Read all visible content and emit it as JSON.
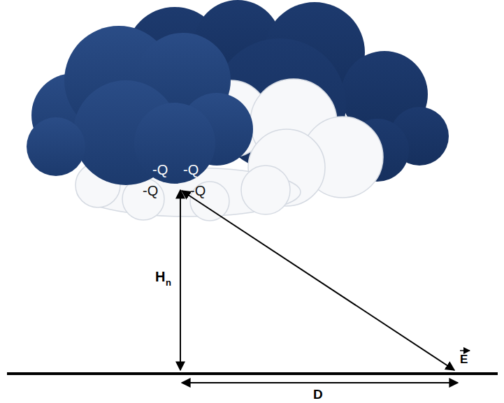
{
  "diagram": {
    "labels": [
      "-Q",
      "-Q",
      "-Q",
      "-Q",
      "H",
      "n",
      "D",
      "E"
    ]
  }
}
